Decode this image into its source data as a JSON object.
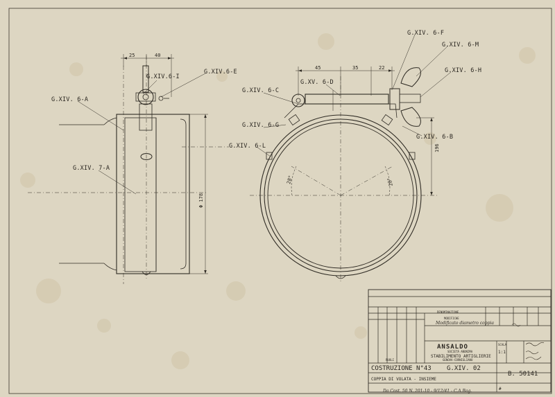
{
  "labels": {
    "xiv6f": "G.XIV. 6-F",
    "xiv6m": "G.XIV. 6-M",
    "xiv6h": "G.XIV. 6-H",
    "xiv6i": "G.XIV.6-I",
    "xiv6e": "G.XIV.6-E",
    "xiv6a": "G.XIV. 6-A",
    "xiv6c": "G.XIV. 6-C",
    "xv6d": "G.XV. 6-D",
    "xiv6g": "G.XIV. 6-G",
    "xiv6b": "G.XIV. 6-B",
    "xiv6l": "G.XIV. 6-L",
    "xiv7a": "G.XIV. 7-A"
  },
  "dims": {
    "d25": "25",
    "d40": "40",
    "d45": "45",
    "d35": "35",
    "d22": "22",
    "phi178": "Φ 178",
    "d196": "196",
    "a28l": "28°",
    "a28r": "28°"
  },
  "title_block": {
    "denominazione": "DENOMINAZIONE",
    "modifiche": "MODIFICHE",
    "modifica_text": "Modificato diametro coppia",
    "ruoli": "RUOLI",
    "company": "ANSALDO",
    "company_sub": "SOCIETÀ ANONIMA",
    "plant": "STABILIMENTO ARTIGLIERIE",
    "plant_sub": "GENOVA-CORNIGLIANO",
    "scale_label": "SCALA",
    "scale": "1:1",
    "construction": "COSTRUZIONE  N°43",
    "group": "G.XIV. 02",
    "description": "COPPIA DI VOLATA - INSIEME",
    "drawing_no": "B. 50141",
    "footer_note": "Da Cost. 50 N. 201-10 - 9/12/41 - C.A.Bag.",
    "hash": "#"
  }
}
